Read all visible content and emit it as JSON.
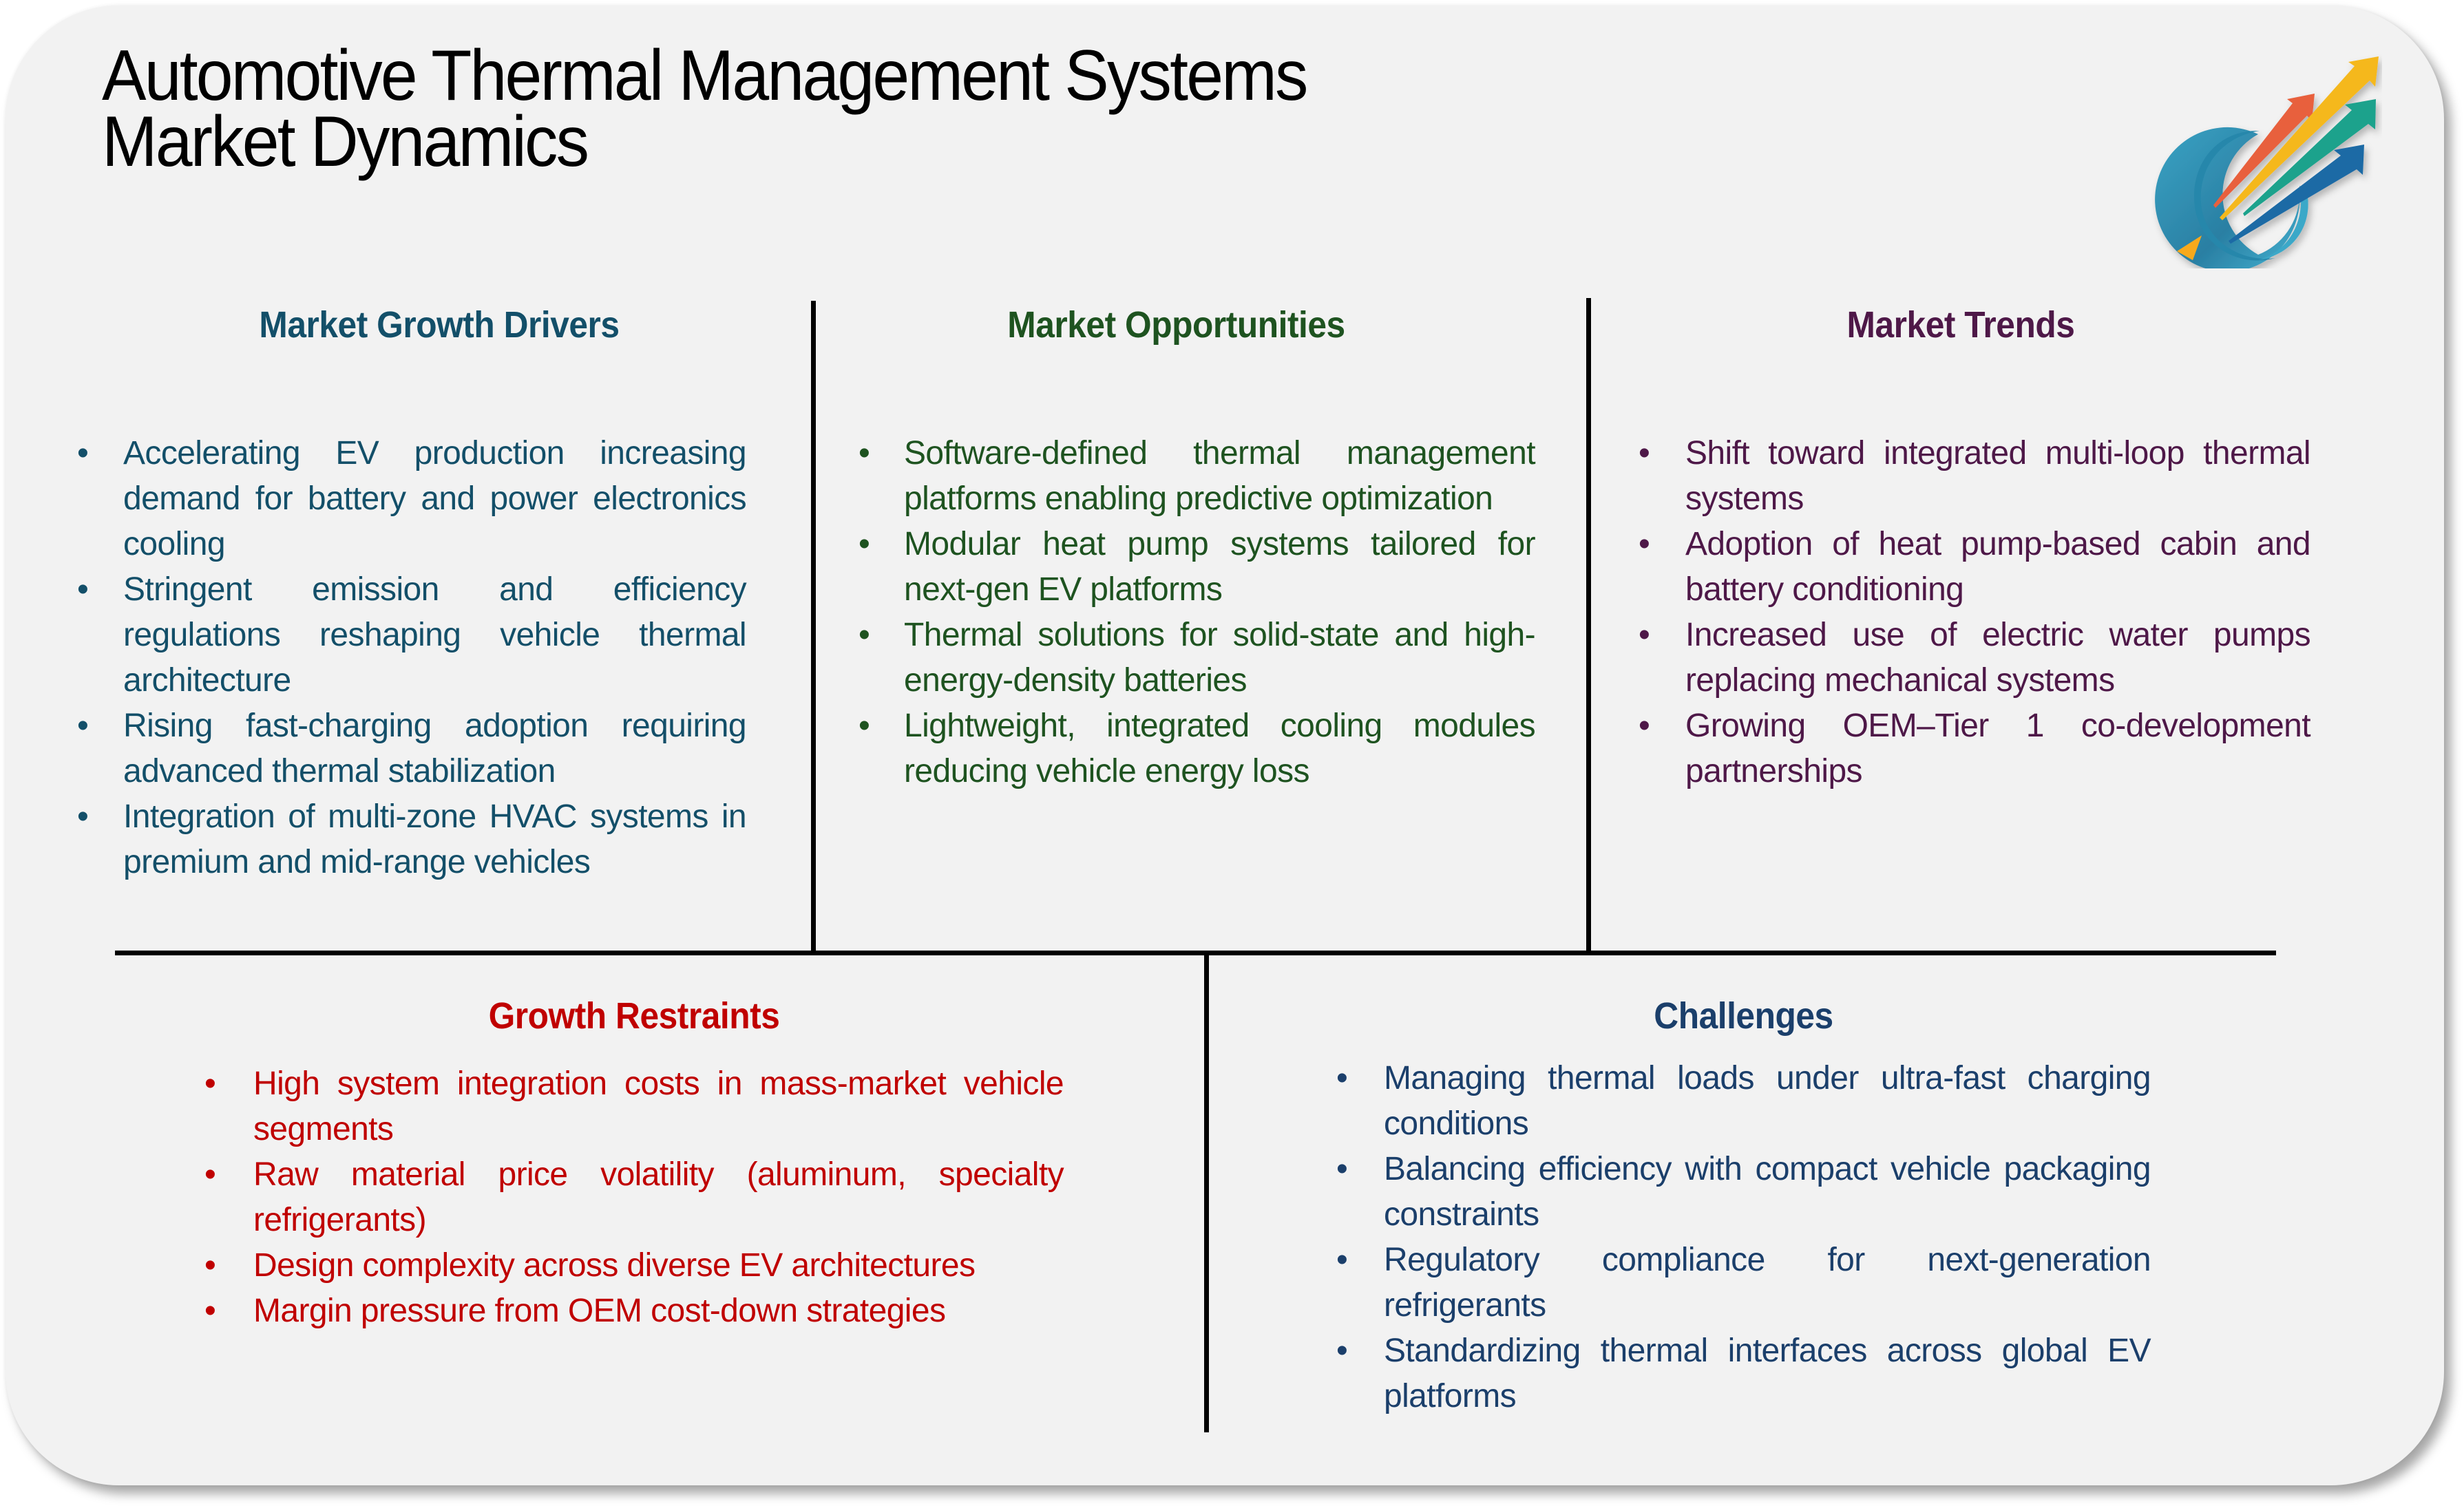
{
  "title": {
    "line1": "Automotive Thermal Management Systems",
    "line2": "Market Dynamics"
  },
  "logo": {
    "icon": "growth-arrows-logo",
    "colors": [
      "#e8603c",
      "#f5b81c",
      "#1fa28c",
      "#1b6aa5",
      "#2f8fb3",
      "#f7a91e"
    ]
  },
  "colors": {
    "drivers": "#134f69",
    "opportunities": "#1e5320",
    "trends": "#4e1848",
    "restraints": "#c00000",
    "challenges": "#1b3f6b",
    "background": "#f2f2f2",
    "divider": "#000000"
  },
  "sections": {
    "drivers": {
      "heading": "Market Growth Drivers",
      "bullet": "•",
      "items": [
        "Accelerating EV production increasing demand for battery and power electronics cooling",
        "Stringent emission and efficiency regulations reshaping vehicle thermal architecture",
        "Rising fast-charging adoption requiring advanced thermal stabilization",
        "Integration of multi-zone HVAC systems in premium and mid-range vehicles"
      ]
    },
    "opportunities": {
      "heading": "Market Opportunities",
      "bullet": "•",
      "items": [
        "Software-defined thermal management platforms enabling predictive optimization",
        "Modular heat pump systems tailored for next-gen EV platforms",
        "Thermal solutions for solid-state and high-energy-density batteries",
        "Lightweight, integrated cooling modules reducing vehicle energy loss"
      ]
    },
    "trends": {
      "heading": "Market Trends",
      "bullet": "•",
      "items": [
        "Shift toward integrated multi-loop thermal systems",
        "Adoption of heat pump-based cabin and battery conditioning",
        "Increased use of electric water pumps replacing mechanical systems",
        "Growing OEM–Tier 1 co-development partnerships"
      ]
    },
    "restraints": {
      "heading": "Growth Restraints",
      "bullet": "•",
      "items": [
        "High system integration costs in mass-market vehicle segments",
        "Raw material price volatility (aluminum, specialty refrigerants)",
        "Design complexity across diverse EV architectures",
        "Margin pressure from OEM cost-down strategies"
      ]
    },
    "challenges": {
      "heading": "Challenges",
      "bullet": "•",
      "items": [
        "Managing thermal loads under ultra-fast charging conditions",
        "Balancing efficiency with compact vehicle packaging constraints",
        "Regulatory compliance for next-generation refrigerants",
        "Standardizing thermal interfaces across global EV platforms"
      ]
    }
  }
}
